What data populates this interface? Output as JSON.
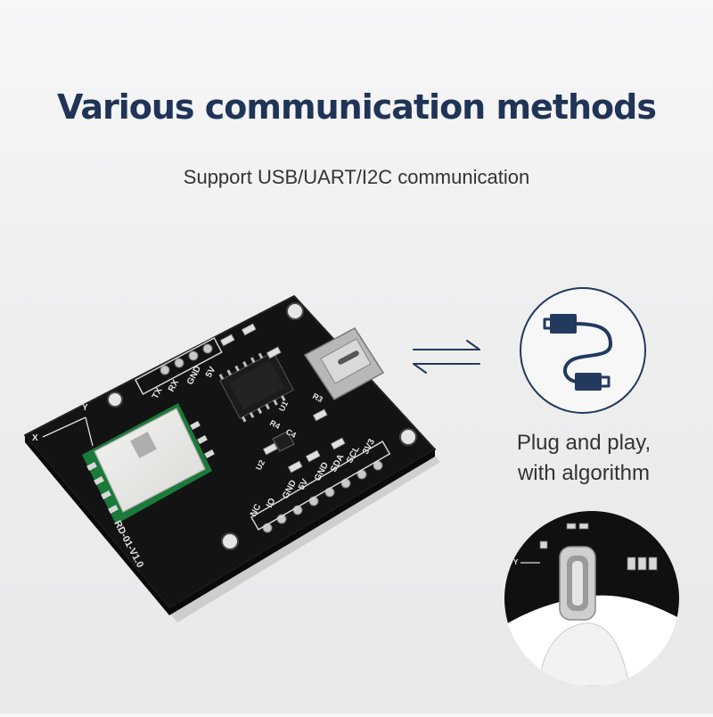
{
  "heading": "Various communication methods",
  "subheading": "Support USB/UART/I2C communication",
  "feature": {
    "line1": "Plug and play,",
    "line2": "with algorithm"
  },
  "board": {
    "version": "RD-01-V1.0",
    "pin_labels_top": [
      "TX",
      "RX",
      "GND",
      "5V"
    ],
    "pin_labels_bottom": [
      "NC",
      "IO",
      "GND",
      "5V",
      "GND",
      "SDA",
      "SCL",
      "3V3"
    ],
    "component_labels": [
      "U1",
      "U2",
      "R4",
      "C4",
      "R3"
    ],
    "axis_labels": [
      "X",
      "Y"
    ]
  },
  "colors": {
    "heading": "#1f3456",
    "icon": "#223a5e",
    "pcb": "#121212",
    "module": "#e8e8e6"
  },
  "icons": [
    "usb-cable-icon",
    "bidirectional-arrows-icon"
  ]
}
